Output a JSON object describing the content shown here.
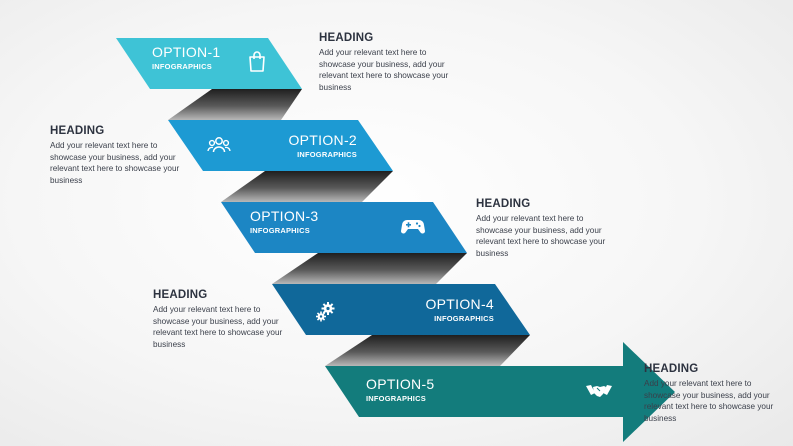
{
  "options": [
    {
      "title": "OPTION-1",
      "subtitle": "INFOGRAPHICS",
      "icon": "shopping-bag-icon",
      "color": "#3ec3d6"
    },
    {
      "title": "OPTION-2",
      "subtitle": "INFOGRAPHICS",
      "icon": "team-icon",
      "color": "#1d9ad3"
    },
    {
      "title": "OPTION-3",
      "subtitle": "INFOGRAPHICS",
      "icon": "gamepad-icon",
      "color": "#1c86c4"
    },
    {
      "title": "OPTION-4",
      "subtitle": "INFOGRAPHICS",
      "icon": "gears-icon",
      "color": "#10689a"
    },
    {
      "title": "OPTION-5",
      "subtitle": "INFOGRAPHICS",
      "icon": "handshake-icon",
      "color": "#137c7c"
    }
  ],
  "notes": [
    {
      "heading": "HEADING",
      "body": "Add your relevant text here to showcase your business, add your relevant text here to showcase your business"
    },
    {
      "heading": "HEADING",
      "body": "Add your relevant text here to showcase your business, add your relevant text here to showcase your business"
    },
    {
      "heading": "HEADING",
      "body": "Add your relevant text here to showcase your business, add your relevant text here to showcase your business"
    },
    {
      "heading": "HEADING",
      "body": "Add your relevant text here to showcase your business, add your relevant text here to showcase your business"
    },
    {
      "heading": "HEADING",
      "body": "Add your relevant text here to showcase your business, add your relevant text here to showcase your business"
    }
  ]
}
